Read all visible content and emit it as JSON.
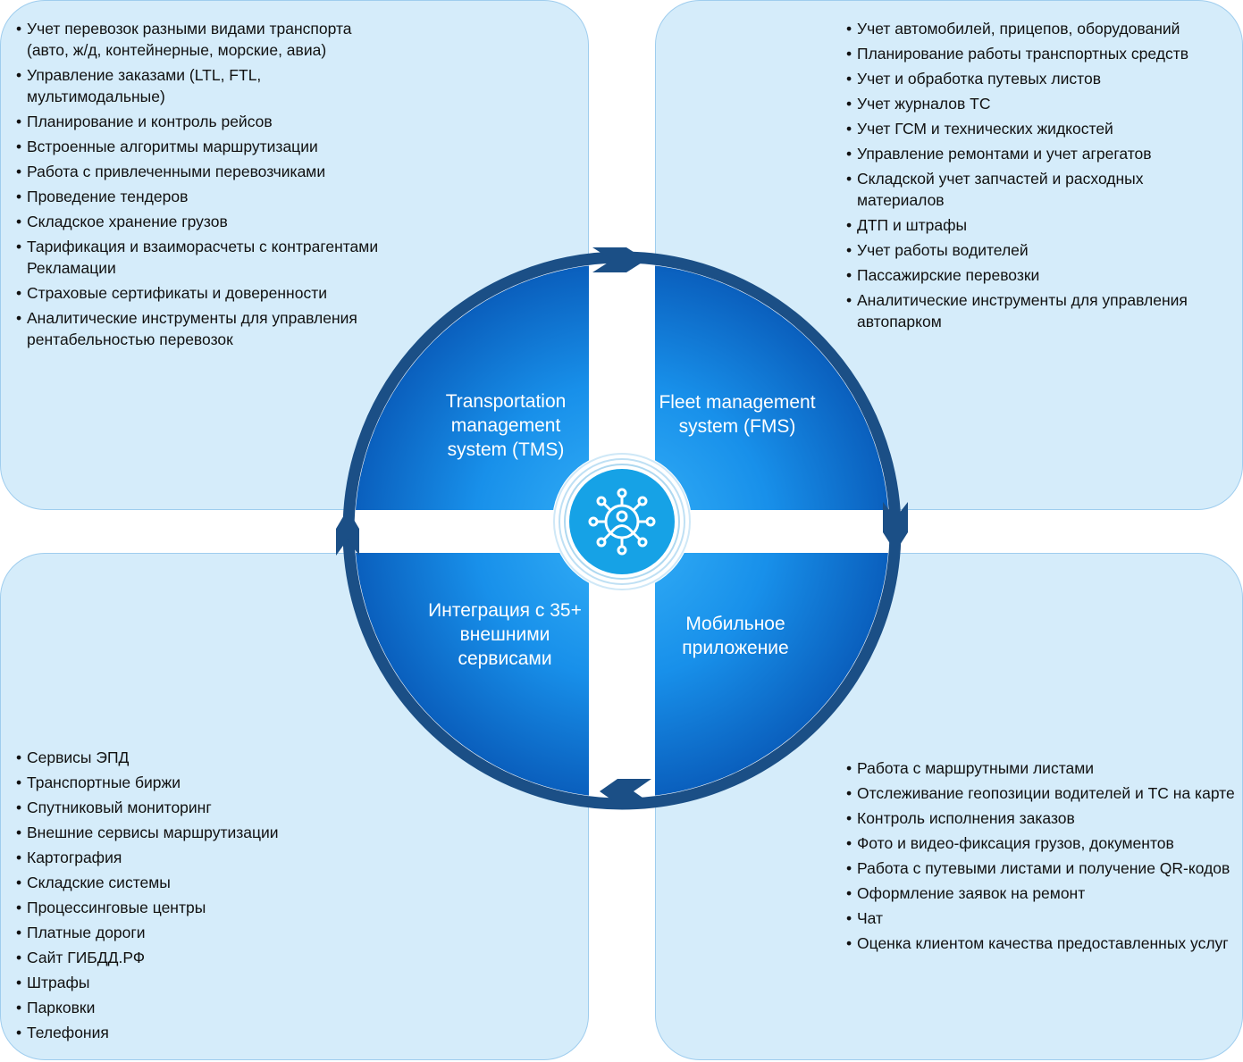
{
  "panels": {
    "top_left": {
      "items": [
        "Учет перевозок разными видами транспорта (авто, ж/д, контейнерные, морские, авиа)",
        "Управление заказами (LTL, FTL, мультимодальные)",
        "Планирование и контроль рейсов",
        "Встроенные алгоритмы маршрутизации",
        "Работа с привлеченными перевозчиками",
        "Проведение тендеров",
        "Складское хранение грузов",
        "Тарификация и взаиморасчеты с контрагентами Рекламации",
        "Страховые сертификаты и доверенности",
        "Аналитические инструменты для управления рентабельностью перевозок"
      ]
    },
    "top_right": {
      "items": [
        "Учет автомобилей, прицепов, оборудований",
        "Планирование работы транспортных средств",
        "Учет и обработка путевых листов",
        "Учет журналов ТС",
        "Учет ГСМ и технических жидкостей",
        "Управление ремонтами и учет агрегатов",
        "Складской учет запчастей и расходных материалов",
        "ДТП и штрафы",
        "Учет работы водителей",
        "Пассажирские перевозки",
        "Аналитические инструменты для управления автопарком"
      ]
    },
    "bottom_left": {
      "items": [
        "Сервисы ЭПД",
        "Транспортные биржи",
        "Спутниковый мониторинг",
        "Внешние сервисы маршрутизации",
        "Картография",
        "Складские системы",
        "Процессинговые центры",
        "Платные дороги",
        "Сайт ГИБДД.РФ",
        "Штрафы",
        "Парковки",
        "Телефония"
      ]
    },
    "bottom_right": {
      "items": [
        "Работа с маршрутными листами",
        "Отслеживание геопозиции водителей и ТС на карте",
        "Контроль исполнения заказов",
        "Фото и видео-фиксация грузов, документов",
        "Работа с путевыми листами и получение QR-кодов",
        "Оформление заявок на ремонт",
        "Чат",
        "Оценка клиентом качества предоставленных услуг"
      ]
    }
  },
  "quadrants": {
    "tms": "Transportation management system (TMS)",
    "fms": "Fleet management system (FMS)",
    "integration": "Интеграция с 35+ внешними сервисами",
    "mobile": "Мобильное приложение"
  },
  "center_icon": "network-user-icon",
  "colors": {
    "panel_bg": "#d5ecfa",
    "panel_border": "#9fcdee",
    "ring": "#1b4f86",
    "quadrant_light": "#1c9af0",
    "quadrant_dark": "#0a64c2",
    "hub": "#16a2e6"
  }
}
